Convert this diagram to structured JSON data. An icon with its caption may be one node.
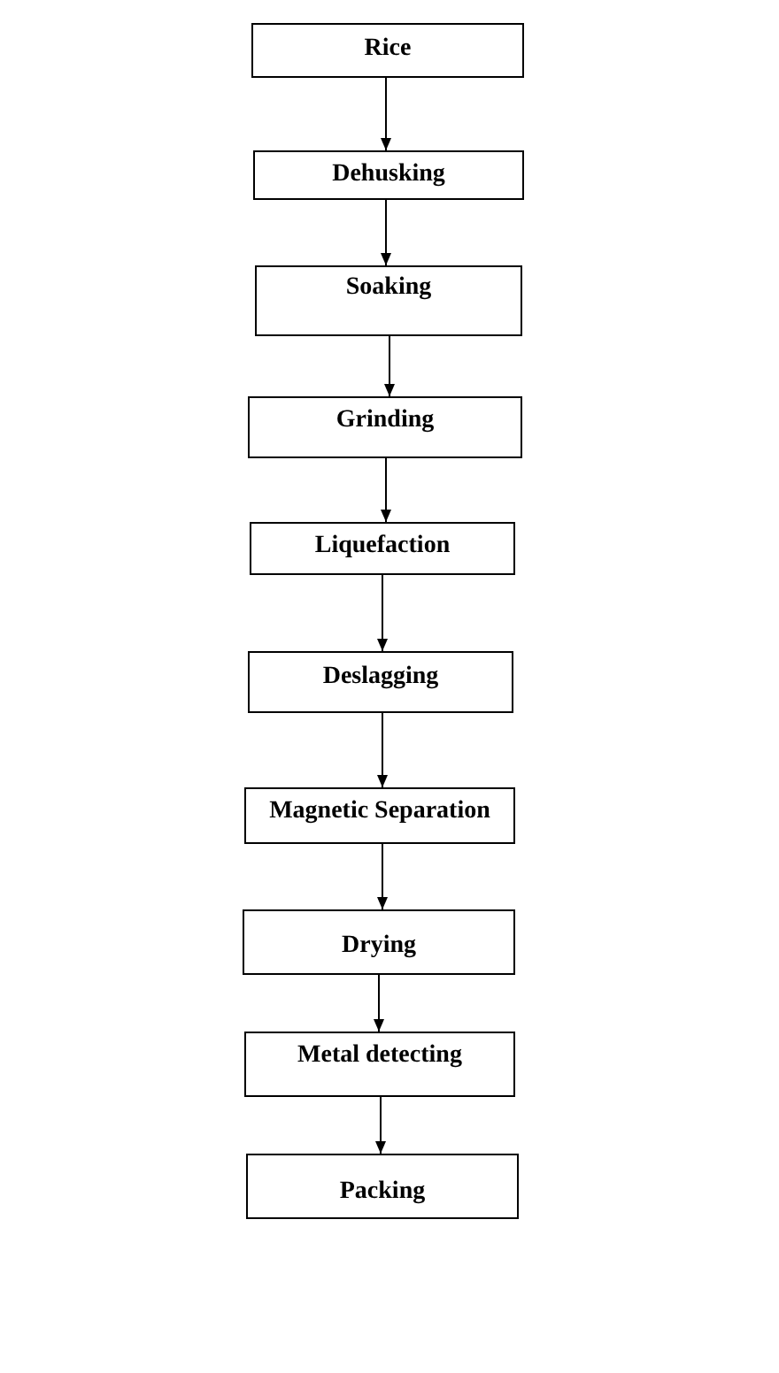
{
  "diagram": {
    "nodes": [
      {
        "text": [
          "Rice"
        ]
      },
      {
        "text": [
          "Dehusking"
        ]
      },
      {
        "text": [
          "Soaking"
        ]
      },
      {
        "text": [
          "Grinding"
        ]
      },
      {
        "text": [
          "Liquefaction"
        ]
      },
      {
        "text": [
          "Deslagging"
        ]
      },
      {
        "text": [
          "Magnetic Separation"
        ]
      },
      {
        "text": [
          "Drying"
        ]
      },
      {
        "text": [
          "Metal detecting"
        ]
      },
      {
        "text": [
          "Packing"
        ]
      }
    ],
    "edges": [
      {
        "from": 0,
        "to": 1,
        "arrow": "to"
      },
      {
        "from": 1,
        "to": 2,
        "arrow": "to"
      },
      {
        "from": 2,
        "to": 3,
        "arrow": "to"
      },
      {
        "from": 3,
        "to": 4,
        "arrow": "to"
      },
      {
        "from": 4,
        "to": 5,
        "arrow": "to"
      },
      {
        "from": 5,
        "to": 6,
        "arrow": "to"
      },
      {
        "from": 6,
        "to": 7,
        "arrow": "to"
      },
      {
        "from": 7,
        "to": 8,
        "arrow": "to"
      },
      {
        "from": 8,
        "to": 9,
        "arrow": "to"
      }
    ]
  }
}
